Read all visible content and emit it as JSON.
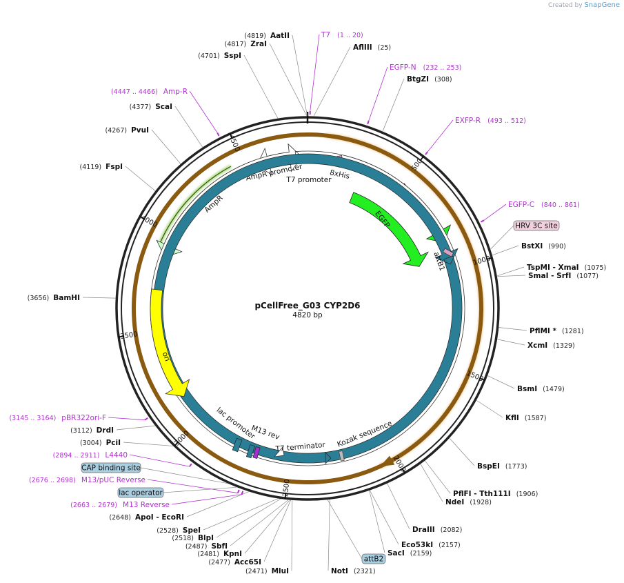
{
  "credit": {
    "prefix": "Created by",
    "brand": "SnapGene"
  },
  "title": "pCellFree_G03 CYP2D6",
  "length": "4820 bp",
  "colors": {
    "backbone": "#222222",
    "primer": "#b030d0",
    "egfp": "#22ee22",
    "ampr": "#ccffcc",
    "ori": "#ffff00",
    "highlight": "#e8b060",
    "boxed": "#a9cfe0"
  },
  "ticks": [
    "500",
    "1000",
    "1500",
    "2000",
    "2500",
    "3000",
    "3500",
    "4000",
    "4500"
  ],
  "enzymes": [
    {
      "name": "AatII",
      "pos": "(4819)"
    },
    {
      "name": "ZraI",
      "pos": "(4817)"
    },
    {
      "name": "SspI",
      "pos": "(4701)"
    },
    {
      "name": "AflIII",
      "pos": "(25)"
    },
    {
      "name": "BtgZI",
      "pos": "(308)"
    },
    {
      "name": "ScaI",
      "pos": "(4377)"
    },
    {
      "name": "PvuI",
      "pos": "(4267)"
    },
    {
      "name": "FspI",
      "pos": "(4119)"
    },
    {
      "name": "BstXI",
      "pos": "(990)"
    },
    {
      "name": "TspMI  - XmaI",
      "pos": "(1075)"
    },
    {
      "name": "SmaI  - SrfI",
      "pos": "(1077)"
    },
    {
      "name": "BamHI",
      "pos": "(3656)"
    },
    {
      "name": "PflMI *",
      "pos": "(1281)"
    },
    {
      "name": "XcmI",
      "pos": "(1329)"
    },
    {
      "name": "BsmI",
      "pos": "(1479)"
    },
    {
      "name": "KflI",
      "pos": "(1587)"
    },
    {
      "name": "BspEI",
      "pos": "(1773)"
    },
    {
      "name": "DrdI",
      "pos": "(3112)"
    },
    {
      "name": "PciI",
      "pos": "(3004)"
    },
    {
      "name": "PflFI  - Tth111I",
      "pos": "(1906)"
    },
    {
      "name": "NdeI",
      "pos": "(1928)"
    },
    {
      "name": "ApoI  - EcoRI",
      "pos": "(2648)"
    },
    {
      "name": "SpeI",
      "pos": "(2528)"
    },
    {
      "name": "BlpI",
      "pos": "(2518)"
    },
    {
      "name": "SbfI",
      "pos": "(2487)"
    },
    {
      "name": "KpnI",
      "pos": "(2481)"
    },
    {
      "name": "Acc65I",
      "pos": "(2477)"
    },
    {
      "name": "MluI",
      "pos": "(2471)"
    },
    {
      "name": "NotI",
      "pos": "(2321)"
    },
    {
      "name": "SacI",
      "pos": "(2159)"
    },
    {
      "name": "Eco53kI",
      "pos": "(2157)"
    },
    {
      "name": "DraIII",
      "pos": "(2082)"
    }
  ],
  "primers": [
    {
      "name": "T7",
      "pos": "(1 .. 20)"
    },
    {
      "name": "EGFP-N",
      "pos": "(232 .. 253)"
    },
    {
      "name": "EXFP-R",
      "pos": "(493 .. 512)"
    },
    {
      "name": "EGFP-C",
      "pos": "(840 .. 861)"
    },
    {
      "name": "Amp-R",
      "pos": "(4447 .. 4466)"
    },
    {
      "name": "pBR322ori-F",
      "pos": "(3145 .. 3164)"
    },
    {
      "name": "L4440",
      "pos": "(2894 .. 2911)"
    },
    {
      "name": "M13/pUC Reverse",
      "pos": "(2676 .. 2698)"
    },
    {
      "name": "M13 Reverse",
      "pos": "(2663 .. 2679)"
    }
  ],
  "boxed": [
    "HRV 3C site",
    "CAP binding site",
    "lac operator",
    "attB2"
  ],
  "features": [
    "AmpR promoter",
    "T7 promoter",
    "8xHis",
    "EGFP",
    "EGFP",
    "attB1",
    "AmpR",
    "ori",
    "lac promoter",
    "M13 rev",
    "T7 terminator",
    "Kozak sequence"
  ]
}
